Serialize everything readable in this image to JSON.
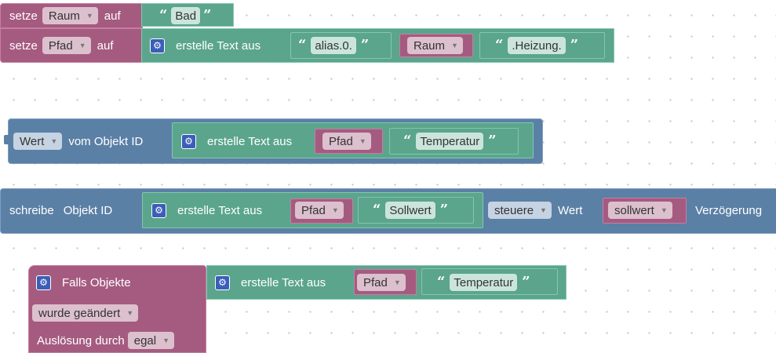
{
  "set_raum": {
    "label": "setze",
    "var": "Raum",
    "op": "auf",
    "value": "Bad"
  },
  "set_pfad": {
    "label": "setze",
    "var": "Pfad",
    "op": "auf",
    "join_label": "erstelle Text aus",
    "part1": "alias.0.",
    "part2_var": "Raum",
    "part3": ".Heizung."
  },
  "get_value": {
    "attr": "Wert",
    "label": "vom Objekt ID",
    "join_label": "erstelle Text aus",
    "var": "Pfad",
    "text": "Temperatur"
  },
  "write_obj": {
    "label1": "schreibe",
    "label2": "Objekt ID",
    "join_label": "erstelle Text aus",
    "var": "Pfad",
    "text": "Sollwert",
    "mode": "steuere",
    "label3": "Wert",
    "value_var": "sollwert",
    "label4": "Verzögerung"
  },
  "trigger": {
    "label": "Falls Objekte",
    "join_label": "erstelle Text aus",
    "var": "Pfad",
    "text": "Temperatur",
    "condition": "wurde geändert",
    "source_label": "Auslösung durch",
    "source": "egal"
  },
  "icons": {
    "quote_open": "quote-open-icon",
    "quote_close": "quote-close-icon",
    "gear": "gear-icon",
    "dropdown": "dropdown-caret-icon"
  },
  "colors": {
    "variable": "#a55b80",
    "text": "#5ba58c",
    "object": "#5b80a5",
    "gear": "#3b5eb8",
    "background": "#ffffff"
  }
}
